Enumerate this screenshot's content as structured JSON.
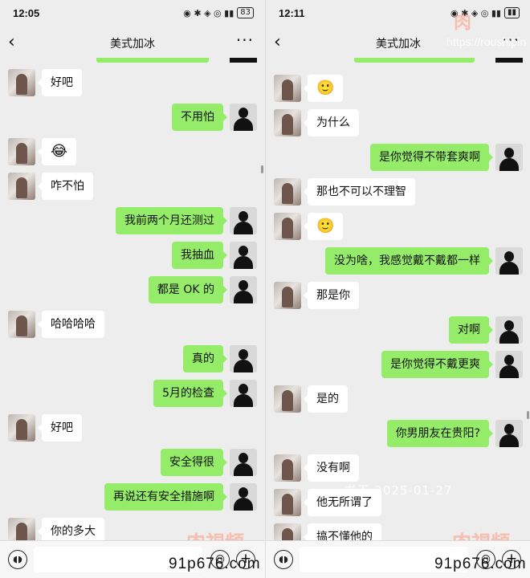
{
  "left": {
    "status": {
      "time": "12:05",
      "icons": "◉ ✱ ◈ ◎ ▮▮",
      "battery": "83"
    },
    "header": {
      "title": "美式加冰",
      "back_icon": "back-arrow-icon",
      "more_icon": "more-dots-icon"
    },
    "messages": [
      {
        "side": "other",
        "text": "好吧"
      },
      {
        "side": "self",
        "text": "不用怕"
      },
      {
        "side": "other",
        "text": "😂"
      },
      {
        "side": "other",
        "text": "咋不怕"
      },
      {
        "side": "self",
        "text": "我前两个月还测过"
      },
      {
        "side": "self",
        "text": "我抽血"
      },
      {
        "side": "self",
        "text": "都是 OK 的"
      },
      {
        "side": "other",
        "text": "哈哈哈哈"
      },
      {
        "side": "self",
        "text": "真的"
      },
      {
        "side": "self",
        "text": "5月的检查"
      },
      {
        "side": "other",
        "text": "好吧"
      },
      {
        "side": "self",
        "text": "安全得很"
      },
      {
        "side": "self",
        "text": "再说还有安全措施啊"
      },
      {
        "side": "other",
        "text": "你的多大"
      }
    ],
    "watermark_brand": "肉視頻",
    "footer": "91p676.com"
  },
  "right": {
    "status": {
      "time": "12:11",
      "icons": "◉ ✱ ◈ ◎ ▮▮",
      "battery": ""
    },
    "header": {
      "title": "美式加冰",
      "back_icon": "back-arrow-icon",
      "more_icon": "more-dots-icon"
    },
    "url_watermark": "https://roushipin",
    "messages": [
      {
        "side": "other",
        "text": "🙂"
      },
      {
        "side": "other",
        "text": "为什么"
      },
      {
        "side": "self",
        "text": "是你觉得不带套爽啊"
      },
      {
        "side": "other",
        "text": "那也不可以不理智"
      },
      {
        "side": "other",
        "text": "🙂"
      },
      {
        "side": "self",
        "text": "没为啥，我感觉戴不戴都一样"
      },
      {
        "side": "other",
        "text": "那是你"
      },
      {
        "side": "self",
        "text": "对啊"
      },
      {
        "side": "self",
        "text": "是你觉得不戴更爽"
      },
      {
        "side": "other",
        "text": "是的"
      },
      {
        "side": "self",
        "text": "你男朋友在贵阳?"
      },
      {
        "side": "other",
        "text": "没有啊"
      },
      {
        "side": "other",
        "text": "他无所谓了"
      },
      {
        "side": "other",
        "text": "搞不懂他的"
      }
    ],
    "stamp": "书于 2025-01-27",
    "watermark_brand": "肉視頻",
    "footer": "91p676.com"
  }
}
